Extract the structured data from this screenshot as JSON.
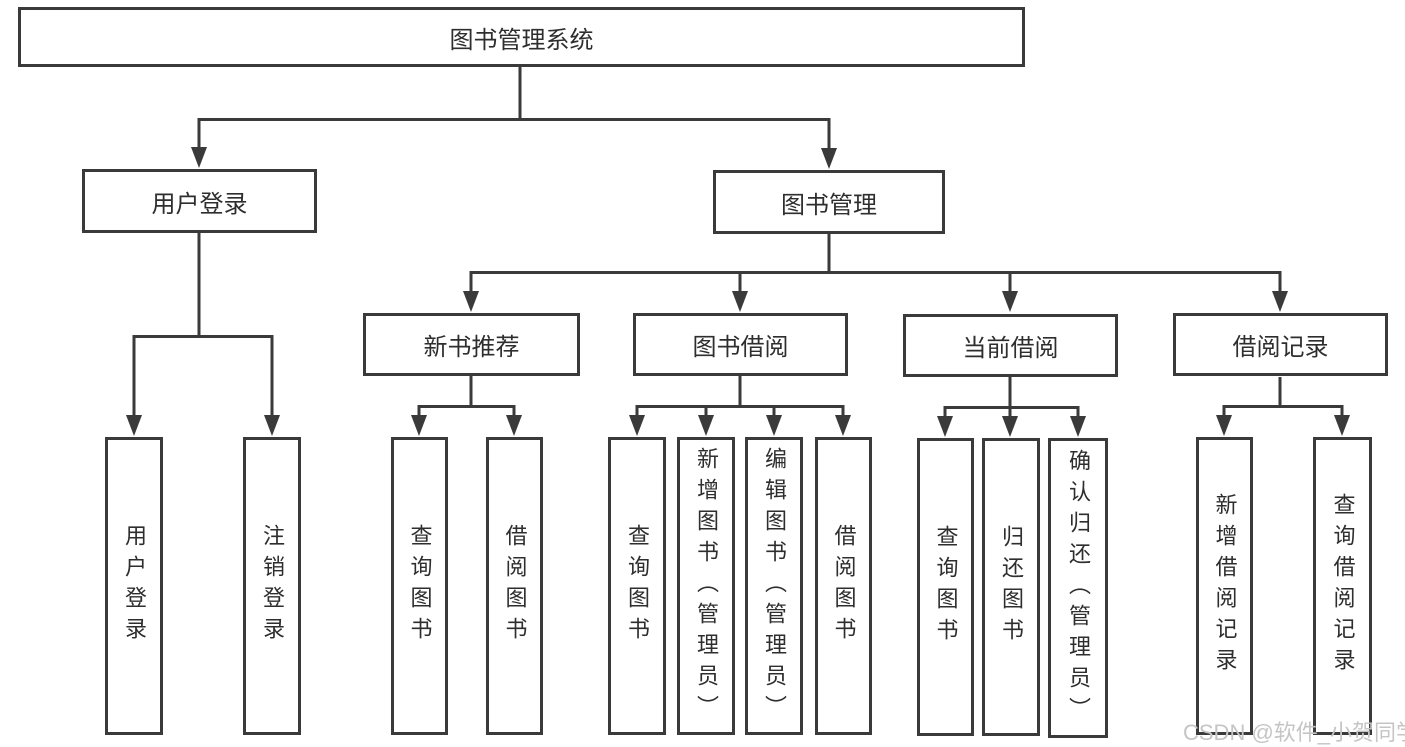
{
  "nodes": {
    "root": "图书管理系统",
    "user_login": "用户登录",
    "book_mgmt": "图书管理",
    "login": "用户登录",
    "logout": "注销登录",
    "new_book_rec": "新书推荐",
    "book_borrow": "图书借阅",
    "current_borrow": "当前借阅",
    "borrow_records": "借阅记录",
    "nbr_query_book": "查询图书",
    "nbr_borrow_book": "借阅图书",
    "bb_query_book": "查询图书",
    "bb_add_book": "新增图书（管理员）",
    "bb_edit_book": "编辑图书（管理员）",
    "bb_borrow_book": "借阅图书",
    "cb_query_book": "查询图书",
    "cb_return_book": "归还图书",
    "cb_confirm_return": "确认归还（管理员）",
    "br_add_record": "新增借阅记录",
    "br_query_record": "查询借阅记录"
  },
  "watermark": {
    "text": "CSDN @软件_小贺同学"
  },
  "colors": {
    "line": "#3a3a3a",
    "text": "#2e2e2e",
    "box_background": "#ffffff",
    "page_background": "#ffffff",
    "watermark": "#c5c5c5"
  }
}
